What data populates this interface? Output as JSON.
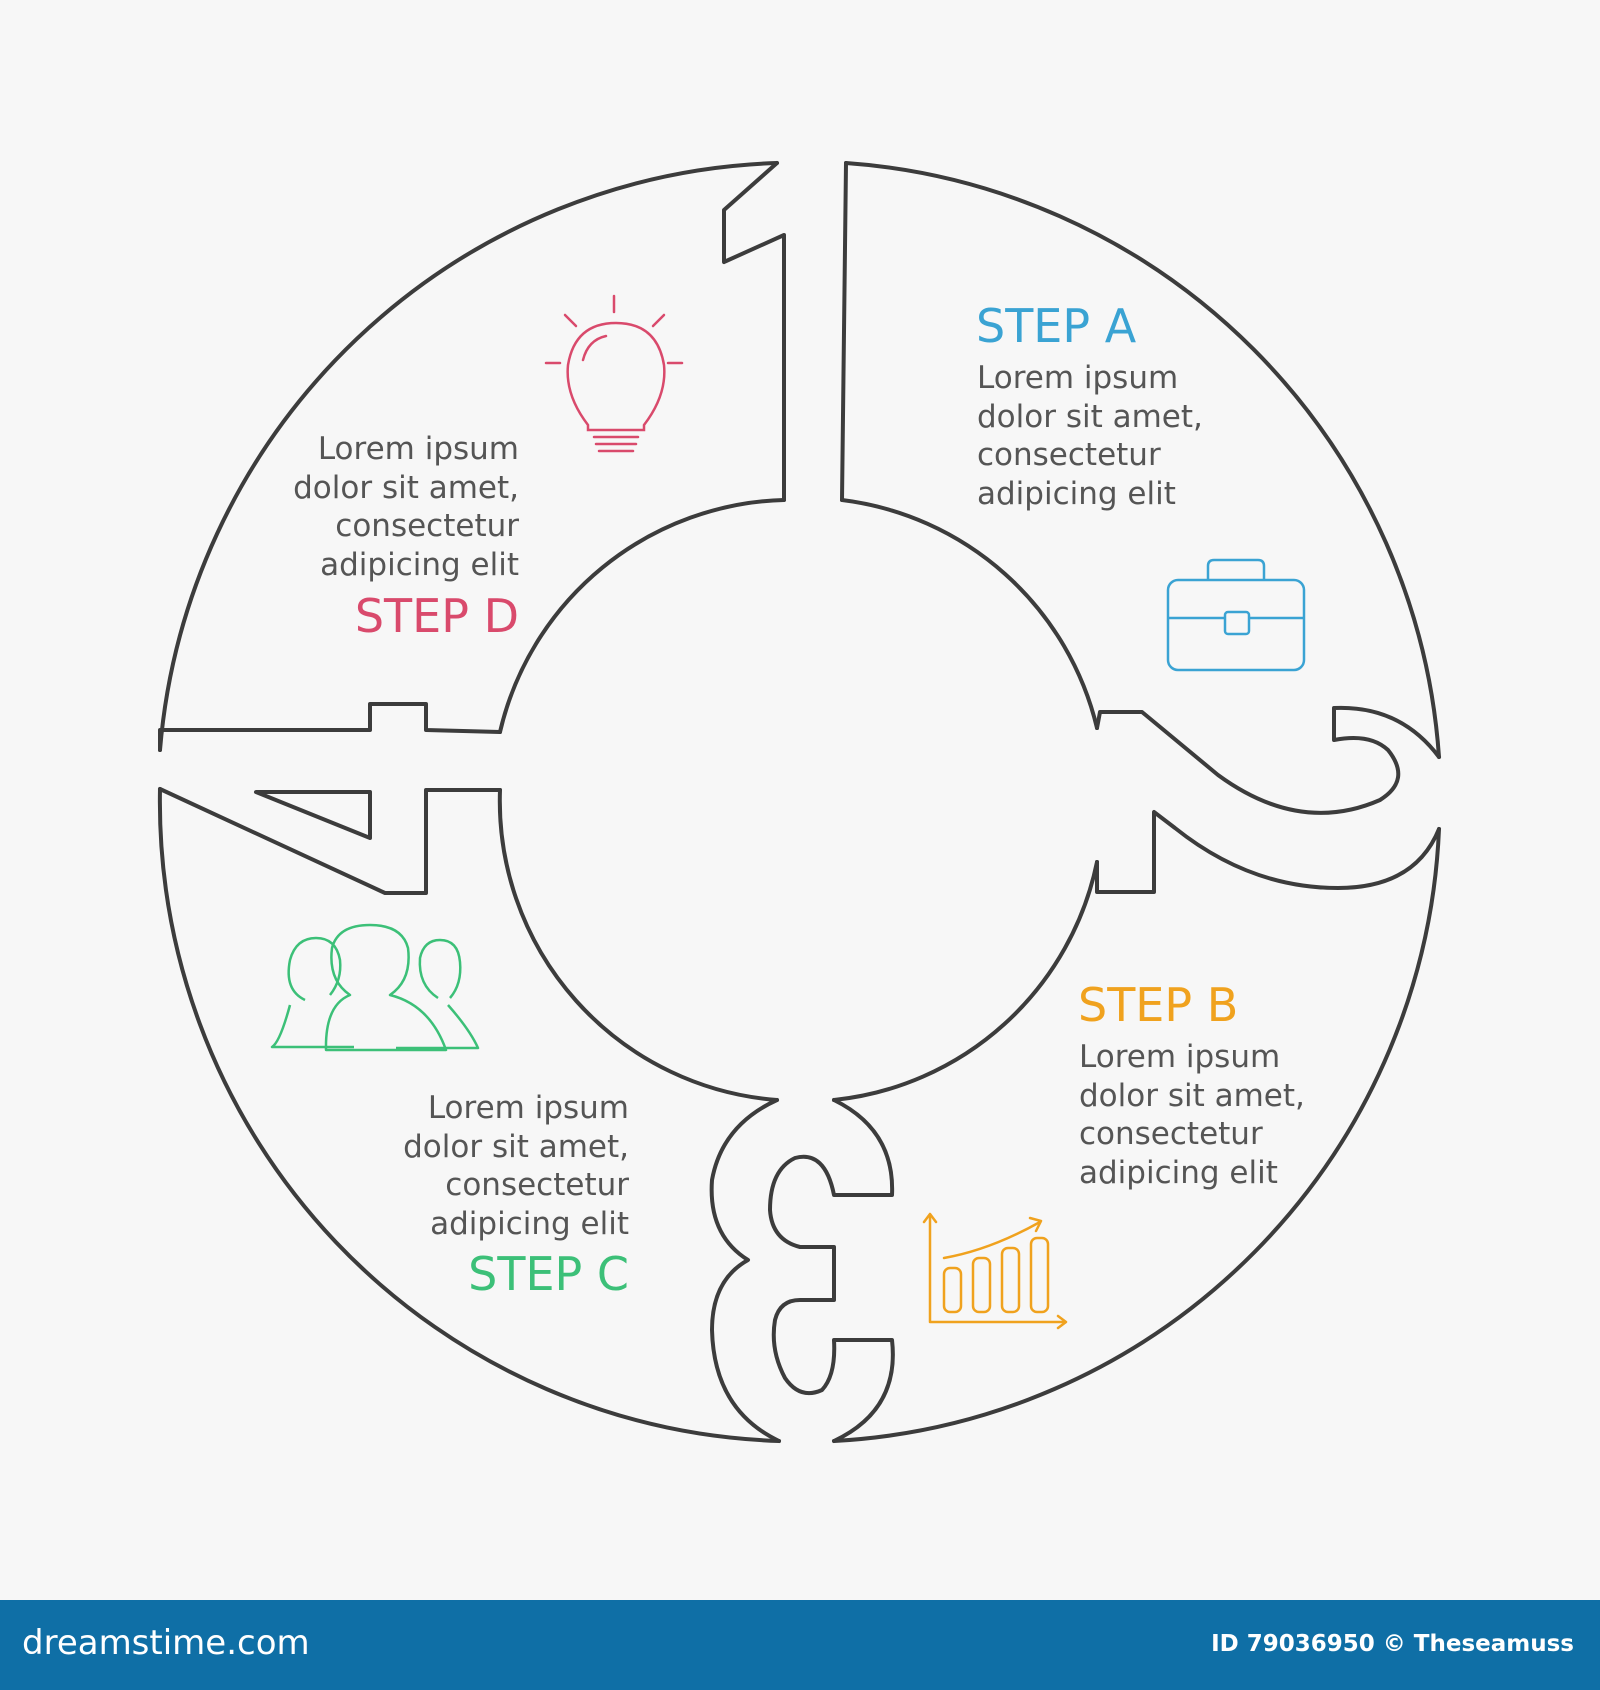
{
  "steps": [
    {
      "title": "STEP A",
      "text": "Lorem ipsum\ndolor sit amet,\nconsectetur\nadipicing elit",
      "color": "#3aa3d3",
      "icon": "briefcase-icon",
      "number": "1"
    },
    {
      "title": "STEP B",
      "text": "Lorem ipsum\ndolor sit amet,\nconsectetur\nadipicing elit",
      "color": "#f0a21e",
      "icon": "bar-chart-icon",
      "number": "2"
    },
    {
      "title": "STEP C",
      "text": "Lorem ipsum\ndolor sit amet,\nconsectetur\nadipicing elit",
      "color": "#3cc078",
      "icon": "people-icon",
      "number": "3"
    },
    {
      "title": "STEP D",
      "text": "Lorem ipsum\ndolor sit amet,\nconsectetur\nadipicing elit",
      "color": "#d94a6c",
      "icon": "lightbulb-icon",
      "number": "4"
    }
  ],
  "outline_color": "#3c3c3c",
  "footer": {
    "brand": "dreamstime.com",
    "credit": "ID 79036950 © Theseamuss",
    "background": "#0f6fa6"
  }
}
